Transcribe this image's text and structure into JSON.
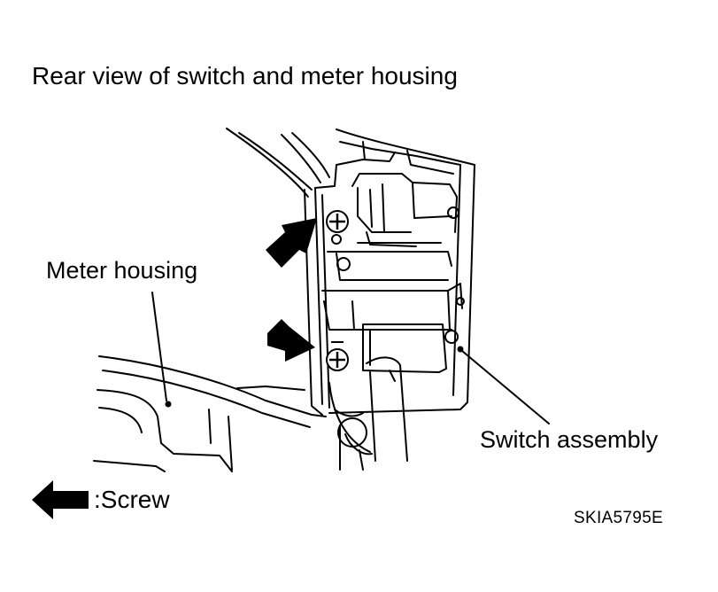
{
  "figure": {
    "title": "Rear view of switch and meter housing",
    "code": "SKIA5795E"
  },
  "callouts": {
    "meter_housing": "Meter housing",
    "switch_assembly": "Switch assembly"
  },
  "legend": {
    "icon": "left-arrow-icon",
    "text": ":Screw"
  },
  "colors": {
    "line": "#000000",
    "background": "#ffffff"
  }
}
